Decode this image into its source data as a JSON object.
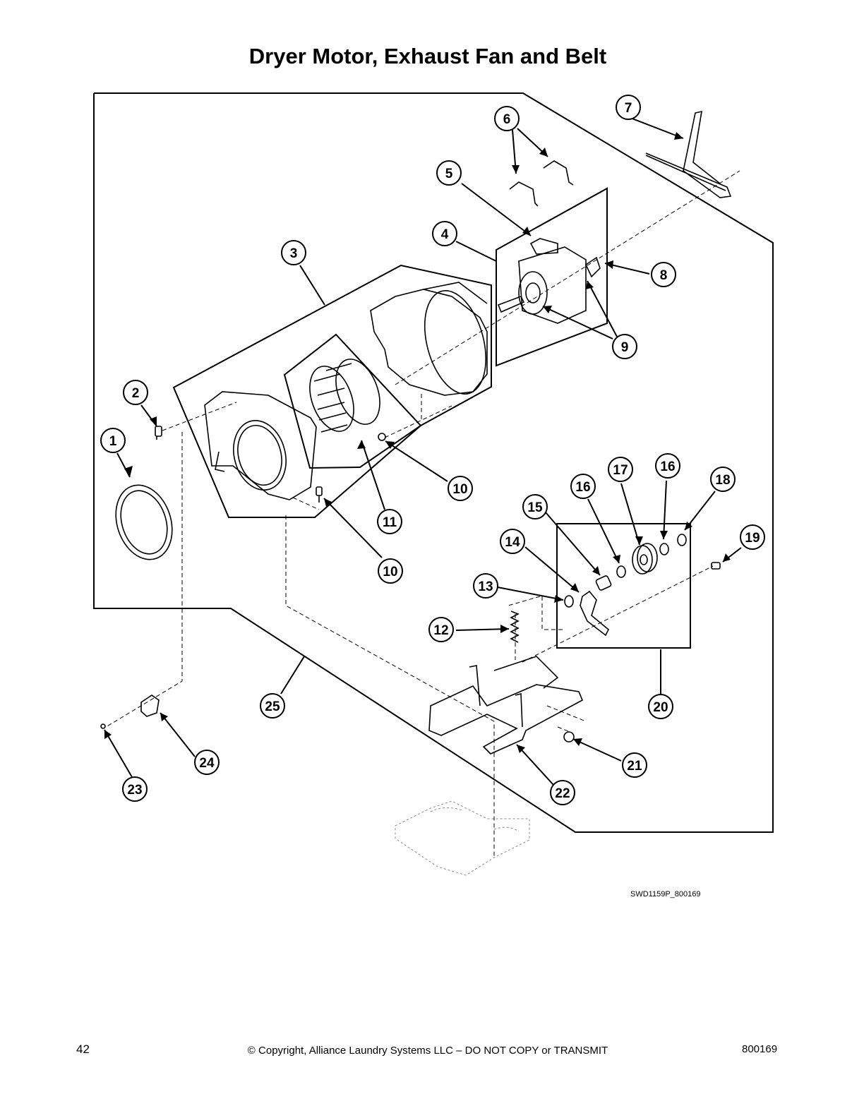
{
  "title": "Dryer Motor, Exhaust Fan and Belt",
  "figure_id": "SWD1159P_800169",
  "footer": {
    "page_number": "42",
    "copyright": "© Copyright, Alliance Laundry Systems LLC – DO NOT COPY or TRANSMIT",
    "document_number": "800169"
  },
  "callouts": [
    "1",
    "2",
    "3",
    "4",
    "5",
    "6",
    "7",
    "8",
    "9",
    "10",
    "10",
    "11",
    "12",
    "13",
    "14",
    "15",
    "16",
    "16",
    "17",
    "18",
    "19",
    "20",
    "21",
    "22",
    "23",
    "24",
    "25"
  ]
}
